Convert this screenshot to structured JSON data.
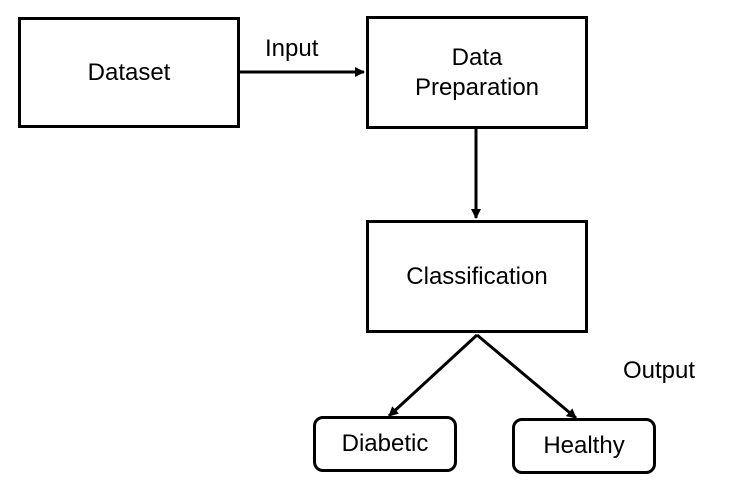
{
  "nodes": {
    "dataset": "Dataset",
    "data_preparation": [
      "Data",
      "Preparation"
    ],
    "classification": "Classification",
    "diabetic": "Diabetic",
    "healthy": "Healthy"
  },
  "edge_labels": {
    "input": "Input",
    "output": "Output"
  },
  "colors": {
    "stroke": "#000000",
    "background": "#ffffff"
  }
}
